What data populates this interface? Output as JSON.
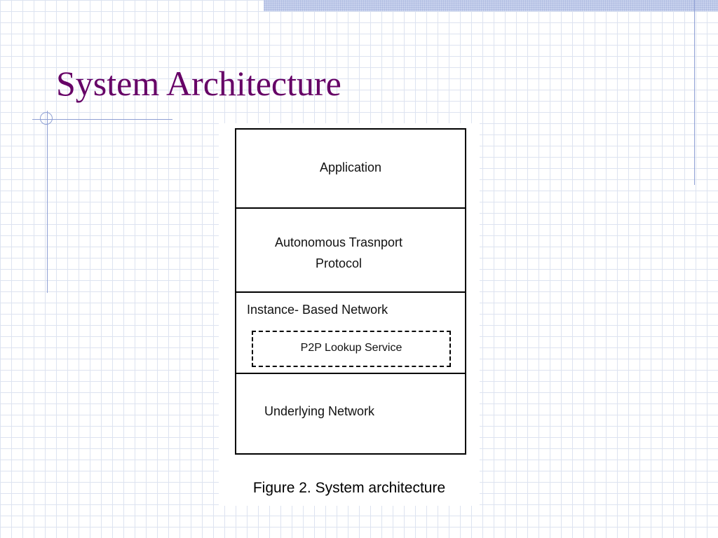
{
  "slide": {
    "title": "System Architecture"
  },
  "figure": {
    "layers": {
      "application": "Application",
      "transport": "Autonomous Trasnport\nProtocol",
      "instance": "Instance- Based Network",
      "lookup": "P2P Lookup Service",
      "underlying": "Underlying Network"
    },
    "caption": "Figure 2. System architecture"
  },
  "colors": {
    "title": "#660066",
    "grid": "#dde3f0",
    "accent_rule": "#8fa0d4",
    "top_band": "#c9d3ee"
  }
}
